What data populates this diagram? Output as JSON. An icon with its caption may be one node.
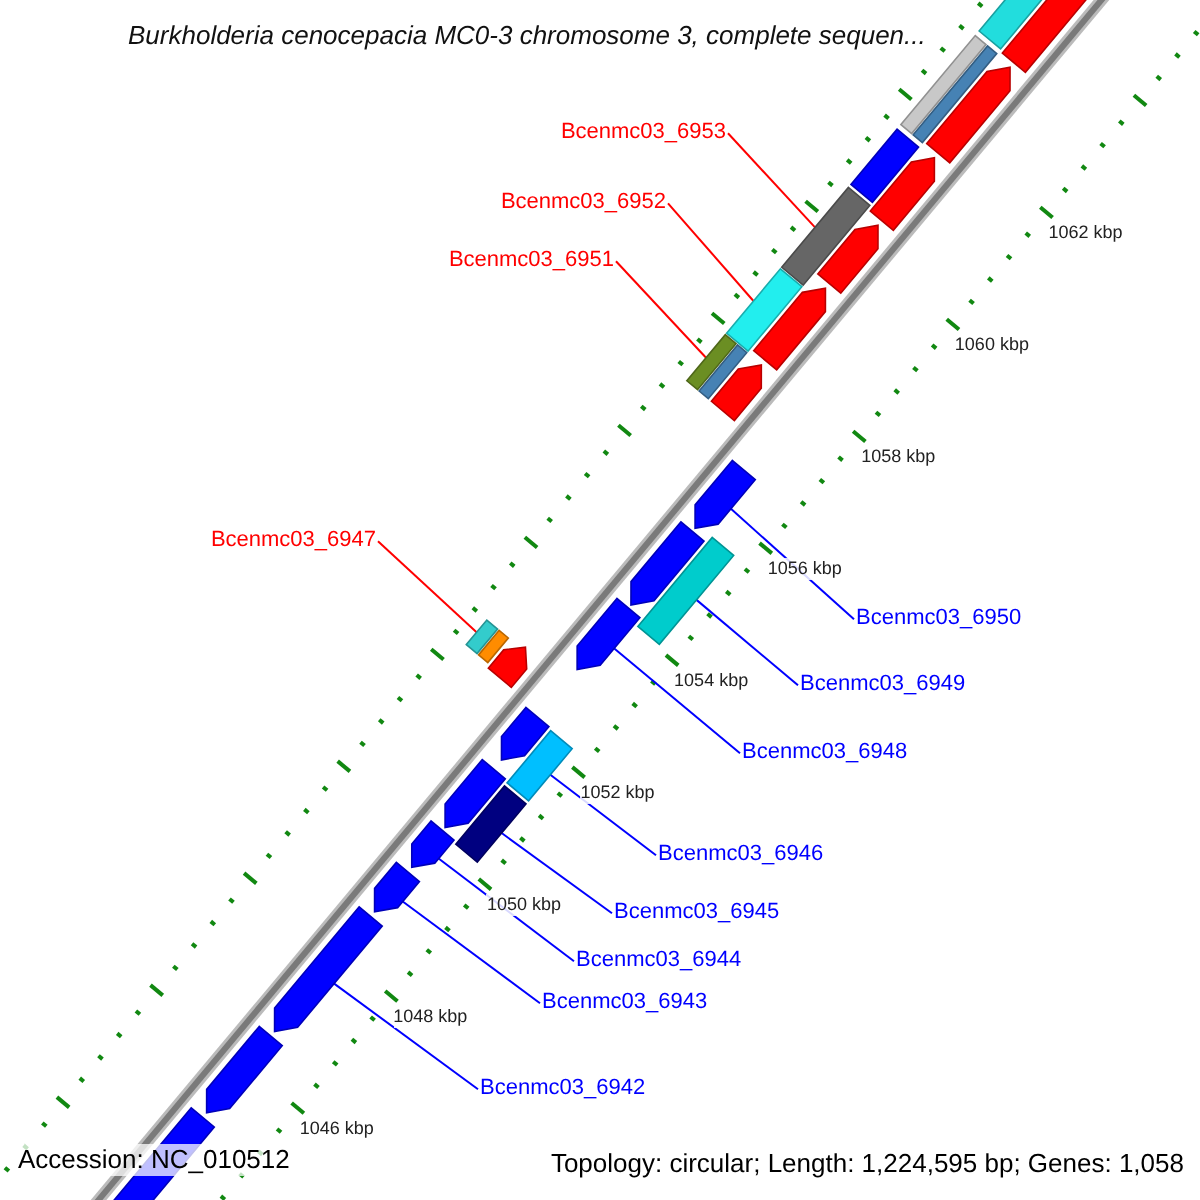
{
  "diagram": {
    "title": "Burkholderia cenocepacia MC0-3 chromosome 3, complete sequen...",
    "nodes": [
      {
        "text": [
          "Bcenmc03_6953"
        ]
      },
      {
        "text": [
          "Bcenmc03_6952"
        ]
      },
      {
        "text": [
          "Bcenmc03_6951"
        ]
      },
      {
        "text": [
          "Bcenmc03_6947"
        ]
      },
      {
        "text": [
          "Bcenmc03_6950"
        ]
      },
      {
        "text": [
          "Bcenmc03_6949"
        ]
      },
      {
        "text": [
          "Bcenmc03_6948"
        ]
      },
      {
        "text": [
          "Bcenmc03_6946"
        ]
      },
      {
        "text": [
          "Bcenmc03_6945"
        ]
      },
      {
        "text": [
          "Bcenmc03_6944"
        ]
      },
      {
        "text": [
          "Bcenmc03_6943"
        ]
      },
      {
        "text": [
          "Bcenmc03_6942"
        ]
      },
      {
        "text": [],
        "shape": "bar"
      },
      {
        "text": [],
        "shape": "bar"
      },
      {
        "text": [],
        "shape": "bar"
      },
      {
        "text": [],
        "shape": "bar"
      },
      {
        "text": [],
        "shape": "arrow"
      },
      {
        "text": [],
        "shape": "bar"
      },
      {
        "text": [],
        "shape": "arrow"
      },
      {
        "text": [],
        "shape": "bar"
      },
      {
        "text": [],
        "shape": "bar"
      },
      {
        "text": [],
        "shape": "arrow"
      },
      {
        "text": [],
        "shape": "arrow"
      },
      {
        "text": [],
        "shape": "arrow"
      },
      {
        "text": [],
        "shape": "bar"
      }
    ],
    "edges": [
      {
        "from": 0,
        "to": 12,
        "arrow": "none",
        "color": "#ff0000"
      },
      {
        "from": 1,
        "to": 13,
        "arrow": "none",
        "color": "#ff0000"
      },
      {
        "from": 2,
        "to": 14,
        "arrow": "none",
        "color": "#ff0000"
      },
      {
        "from": 3,
        "to": 15,
        "arrow": "none",
        "color": "#ff0000"
      },
      {
        "from": 4,
        "to": 16,
        "arrow": "none"
      },
      {
        "from": 5,
        "to": 17,
        "arrow": "none"
      },
      {
        "from": 6,
        "to": 18,
        "arrow": "none"
      },
      {
        "from": 7,
        "to": 19,
        "arrow": "none"
      },
      {
        "from": 8,
        "to": 20,
        "arrow": "none"
      },
      {
        "from": 9,
        "to": 21,
        "arrow": "none"
      },
      {
        "from": 10,
        "to": 22,
        "arrow": "none"
      },
      {
        "from": 11,
        "to": 23,
        "arrow": "none"
      }
    ],
    "labels": [
      "1062 kbp",
      "1060 kbp",
      "1058 kbp",
      "1056 kbp",
      "1054 kbp",
      "1052 kbp",
      "1050 kbp",
      "1048 kbp",
      "1046 kbp",
      "Accession: NC_010512",
      "Topology: circular; Length: 1,224,595 bp; Genes: 1,058"
    ]
  }
}
